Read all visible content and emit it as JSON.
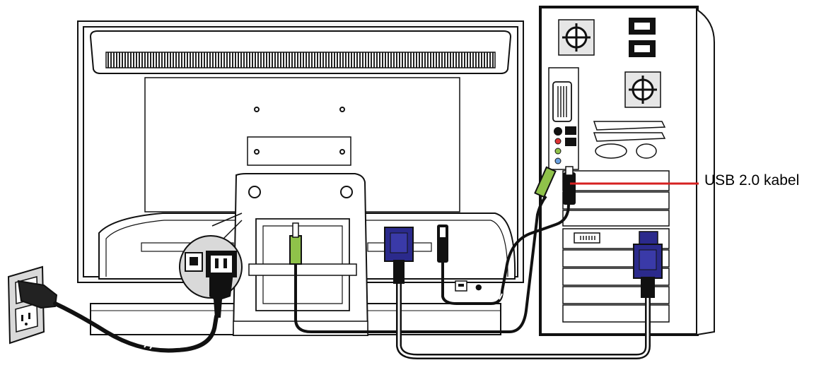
{
  "callout": {
    "label": "USB 2.0 kabel",
    "line_color": "#d62020"
  },
  "colors": {
    "outline": "#111111",
    "panel": "#ffffff",
    "vga_connector": "#2b2a8c",
    "audio_jack": "#8fc24a",
    "cable": "#1a1a1a",
    "shade": "#d9d9d9"
  },
  "objects": [
    "monitor-back",
    "monitor-stand",
    "power-socket-inset",
    "wall-outlet",
    "computer-tower",
    "power-cable",
    "audio-cable",
    "vga-cable",
    "usb-cable"
  ]
}
